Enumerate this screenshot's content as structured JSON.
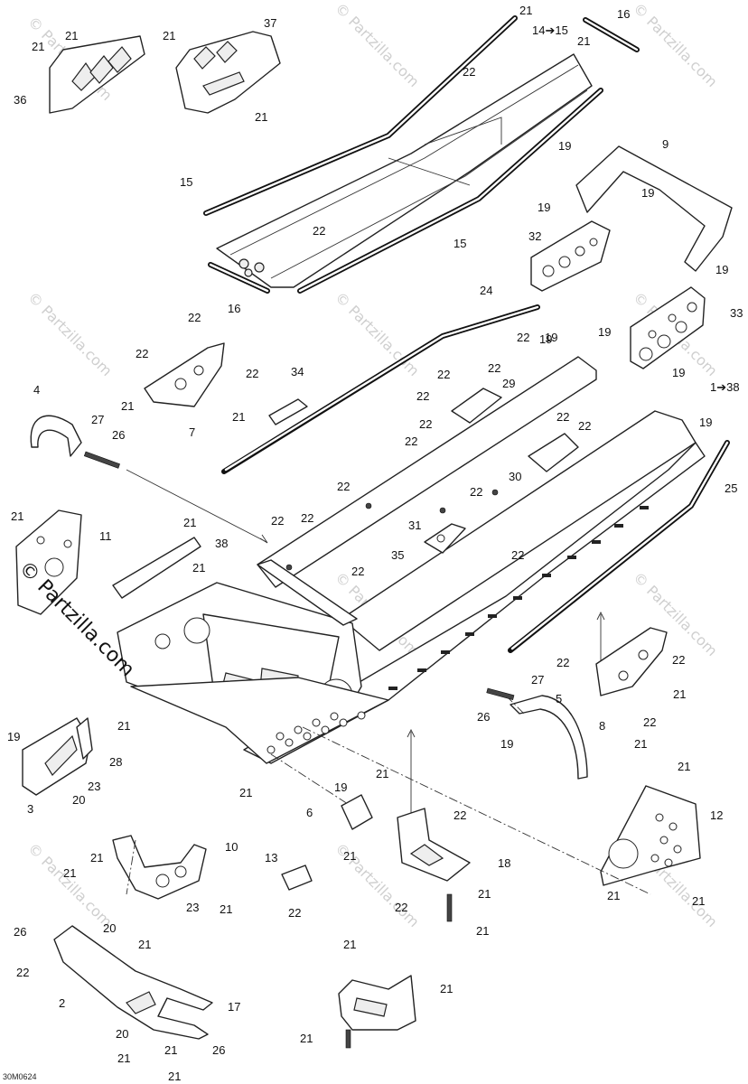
{
  "diagram": {
    "figure_code": "30M0624",
    "watermark": "© Partzilla.com",
    "logo": "© Partzilla.com",
    "callouts": [
      {
        "id": "c1",
        "text": "21"
      },
      {
        "id": "c2",
        "text": "21"
      },
      {
        "id": "c3",
        "text": "36"
      },
      {
        "id": "c4",
        "text": "21"
      },
      {
        "id": "c5",
        "text": "37"
      },
      {
        "id": "c6",
        "text": "21"
      },
      {
        "id": "c7",
        "text": "21"
      },
      {
        "id": "c8",
        "text": "14➔15"
      },
      {
        "id": "c9",
        "text": "21"
      },
      {
        "id": "c10",
        "text": "16"
      },
      {
        "id": "c11",
        "text": "22"
      },
      {
        "id": "c12",
        "text": "15"
      },
      {
        "id": "c13",
        "text": "19"
      },
      {
        "id": "c14",
        "text": "9"
      },
      {
        "id": "c15",
        "text": "19"
      },
      {
        "id": "c16",
        "text": "19"
      },
      {
        "id": "c17",
        "text": "22"
      },
      {
        "id": "c18",
        "text": "15"
      },
      {
        "id": "c19",
        "text": "32"
      },
      {
        "id": "c20",
        "text": "19"
      },
      {
        "id": "c21",
        "text": "16"
      },
      {
        "id": "c22",
        "text": "24"
      },
      {
        "id": "c23",
        "text": "33"
      },
      {
        "id": "c24",
        "text": "22"
      },
      {
        "id": "c25",
        "text": "22"
      },
      {
        "id": "c26",
        "text": "19"
      },
      {
        "id": "c27",
        "text": "19"
      },
      {
        "id": "c28",
        "text": "22"
      },
      {
        "id": "c29",
        "text": "22"
      },
      {
        "id": "c30",
        "text": "22"
      },
      {
        "id": "c31",
        "text": "34"
      },
      {
        "id": "c32",
        "text": "22"
      },
      {
        "id": "c33",
        "text": "29"
      },
      {
        "id": "c34",
        "text": "22"
      },
      {
        "id": "c35",
        "text": "21"
      },
      {
        "id": "c36",
        "text": "21"
      },
      {
        "id": "c37",
        "text": "7"
      },
      {
        "id": "c38",
        "text": "4"
      },
      {
        "id": "c39",
        "text": "27"
      },
      {
        "id": "c40",
        "text": "26"
      },
      {
        "id": "c41",
        "text": "19"
      },
      {
        "id": "c42",
        "text": "19"
      },
      {
        "id": "c43",
        "text": "1➔38"
      },
      {
        "id": "c44",
        "text": "22"
      },
      {
        "id": "c45",
        "text": "22"
      },
      {
        "id": "c46",
        "text": "22"
      },
      {
        "id": "c47",
        "text": "22"
      },
      {
        "id": "c48",
        "text": "19"
      },
      {
        "id": "c49",
        "text": "25"
      },
      {
        "id": "c50",
        "text": "30"
      },
      {
        "id": "c51",
        "text": "22"
      },
      {
        "id": "c52",
        "text": "22"
      },
      {
        "id": "c53",
        "text": "21"
      },
      {
        "id": "c54",
        "text": "11"
      },
      {
        "id": "c55",
        "text": "21"
      },
      {
        "id": "c56",
        "text": "38"
      },
      {
        "id": "c57",
        "text": "22"
      },
      {
        "id": "c58",
        "text": "22"
      },
      {
        "id": "c59",
        "text": "31"
      },
      {
        "id": "c60",
        "text": "35"
      },
      {
        "id": "c61",
        "text": "22"
      },
      {
        "id": "c62",
        "text": "21"
      },
      {
        "id": "c63",
        "text": "22"
      },
      {
        "id": "c64",
        "text": "22"
      },
      {
        "id": "c65",
        "text": "22"
      },
      {
        "id": "c66",
        "text": "27"
      },
      {
        "id": "c67",
        "text": "5"
      },
      {
        "id": "c68",
        "text": "26"
      },
      {
        "id": "c69",
        "text": "21"
      },
      {
        "id": "c70",
        "text": "19"
      },
      {
        "id": "c71",
        "text": "8"
      },
      {
        "id": "c72",
        "text": "22"
      },
      {
        "id": "c73",
        "text": "21"
      },
      {
        "id": "c74",
        "text": "21"
      },
      {
        "id": "c75",
        "text": "19"
      },
      {
        "id": "c76",
        "text": "28"
      },
      {
        "id": "c77",
        "text": "23"
      },
      {
        "id": "c78",
        "text": "3"
      },
      {
        "id": "c79",
        "text": "20"
      },
      {
        "id": "c80",
        "text": "19"
      },
      {
        "id": "c81",
        "text": "21"
      },
      {
        "id": "c82",
        "text": "21"
      },
      {
        "id": "c83",
        "text": "21"
      },
      {
        "id": "c84",
        "text": "12"
      },
      {
        "id": "c85",
        "text": "6"
      },
      {
        "id": "c86",
        "text": "21"
      },
      {
        "id": "c87",
        "text": "22"
      },
      {
        "id": "c88",
        "text": "21"
      },
      {
        "id": "c89",
        "text": "10"
      },
      {
        "id": "c90",
        "text": "13"
      },
      {
        "id": "c91",
        "text": "18"
      },
      {
        "id": "c92",
        "text": "21"
      },
      {
        "id": "c93",
        "text": "23"
      },
      {
        "id": "c94",
        "text": "21"
      },
      {
        "id": "c95",
        "text": "22"
      },
      {
        "id": "c96",
        "text": "22"
      },
      {
        "id": "c97",
        "text": "21"
      },
      {
        "id": "c98",
        "text": "21"
      },
      {
        "id": "c99",
        "text": "21"
      },
      {
        "id": "c100",
        "text": "20"
      },
      {
        "id": "c101",
        "text": "26"
      },
      {
        "id": "c102",
        "text": "21"
      },
      {
        "id": "c103",
        "text": "21"
      },
      {
        "id": "c104",
        "text": "22"
      },
      {
        "id": "c105",
        "text": "21"
      },
      {
        "id": "c106",
        "text": "2"
      },
      {
        "id": "c107",
        "text": "17"
      },
      {
        "id": "c108",
        "text": "21"
      },
      {
        "id": "c109",
        "text": "20"
      },
      {
        "id": "c110",
        "text": "21"
      },
      {
        "id": "c111",
        "text": "21"
      },
      {
        "id": "c112",
        "text": "26"
      },
      {
        "id": "c113",
        "text": "21"
      }
    ]
  }
}
